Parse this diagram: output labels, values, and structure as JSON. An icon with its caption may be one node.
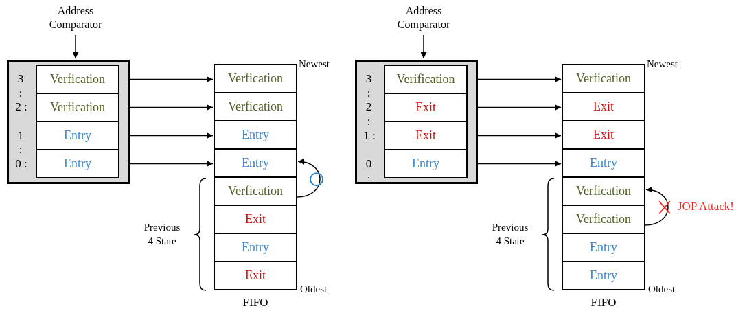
{
  "diagram": {
    "nodes": [
      {
        "text": [
          "Address Comparator"
        ]
      },
      {
        "text": [],
        "shape": "box"
      },
      {
        "text": [
          "Verfication"
        ],
        "in": 1
      },
      {
        "text": [
          "Verfication"
        ],
        "in": 1
      },
      {
        "text": [
          "Entry"
        ],
        "in": 1
      },
      {
        "text": [
          "Entry"
        ],
        "in": 1
      },
      {
        "text": [
          "FIFO"
        ],
        "beside": [
          "Newest",
          "Oldest"
        ]
      },
      {
        "text": [
          "Verfication"
        ],
        "in": 6
      },
      {
        "text": [
          "Verfication"
        ],
        "in": 6
      },
      {
        "text": [
          "Entry"
        ],
        "in": 6
      },
      {
        "text": [
          "Entry"
        ],
        "in": 6
      },
      {
        "text": [
          "Verfication"
        ],
        "in": 6
      },
      {
        "text": [
          "Exit"
        ],
        "in": 6
      },
      {
        "text": [
          "Entry"
        ],
        "in": 6
      },
      {
        "text": [
          "Exit"
        ],
        "in": 6
      },
      {
        "text": [
          "Address Comparator"
        ]
      },
      {
        "text": [],
        "shape": "box"
      },
      {
        "text": [
          "Verification"
        ],
        "in": 16
      },
      {
        "text": [
          "Exit"
        ],
        "in": 16
      },
      {
        "text": [
          "Exit"
        ],
        "in": 16
      },
      {
        "text": [
          "Entry"
        ],
        "in": 16
      },
      {
        "text": [
          "FIFO"
        ],
        "beside": [
          "Newest",
          "Oldest"
        ]
      },
      {
        "text": [
          "Verfication"
        ],
        "in": 21
      },
      {
        "text": [
          "Exit"
        ],
        "in": 21
      },
      {
        "text": [
          "Exit"
        ],
        "in": 21
      },
      {
        "text": [
          "Entry"
        ],
        "in": 21
      },
      {
        "text": [
          "Verfication"
        ],
        "in": 21
      },
      {
        "text": [
          "Verfication"
        ],
        "in": 21
      },
      {
        "text": [
          "Entry"
        ],
        "in": 21
      },
      {
        "text": [
          "Entry"
        ],
        "in": 21
      }
    ],
    "edges": [
      {
        "from": 0,
        "to": 1,
        "arrow": "to"
      },
      {
        "from": 2,
        "to": 7,
        "arrow": "to"
      },
      {
        "from": 3,
        "to": 8,
        "arrow": "to"
      },
      {
        "from": 4,
        "to": 9,
        "arrow": "to"
      },
      {
        "from": 5,
        "to": 10,
        "arrow": "to"
      },
      {
        "from": 11,
        "to": 10,
        "arrow": "to"
      },
      {
        "from": 15,
        "to": 16,
        "arrow": "to"
      },
      {
        "from": 17,
        "to": 22,
        "arrow": "to"
      },
      {
        "from": 18,
        "to": 23,
        "arrow": "to"
      },
      {
        "from": 19,
        "to": 24,
        "arrow": "to"
      },
      {
        "from": 20,
        "to": 25,
        "arrow": "to"
      },
      {
        "from": 27,
        "to": 26,
        "arrow": "to",
        "label": "JOP Attack!"
      }
    ],
    "labels": [
      "3",
      ":",
      "2 :",
      "1",
      ":",
      "0 :",
      "Previous 4 State",
      "3",
      ":",
      "2",
      ":",
      "1 :",
      "0",
      ".",
      "Previous 4 State"
    ]
  }
}
